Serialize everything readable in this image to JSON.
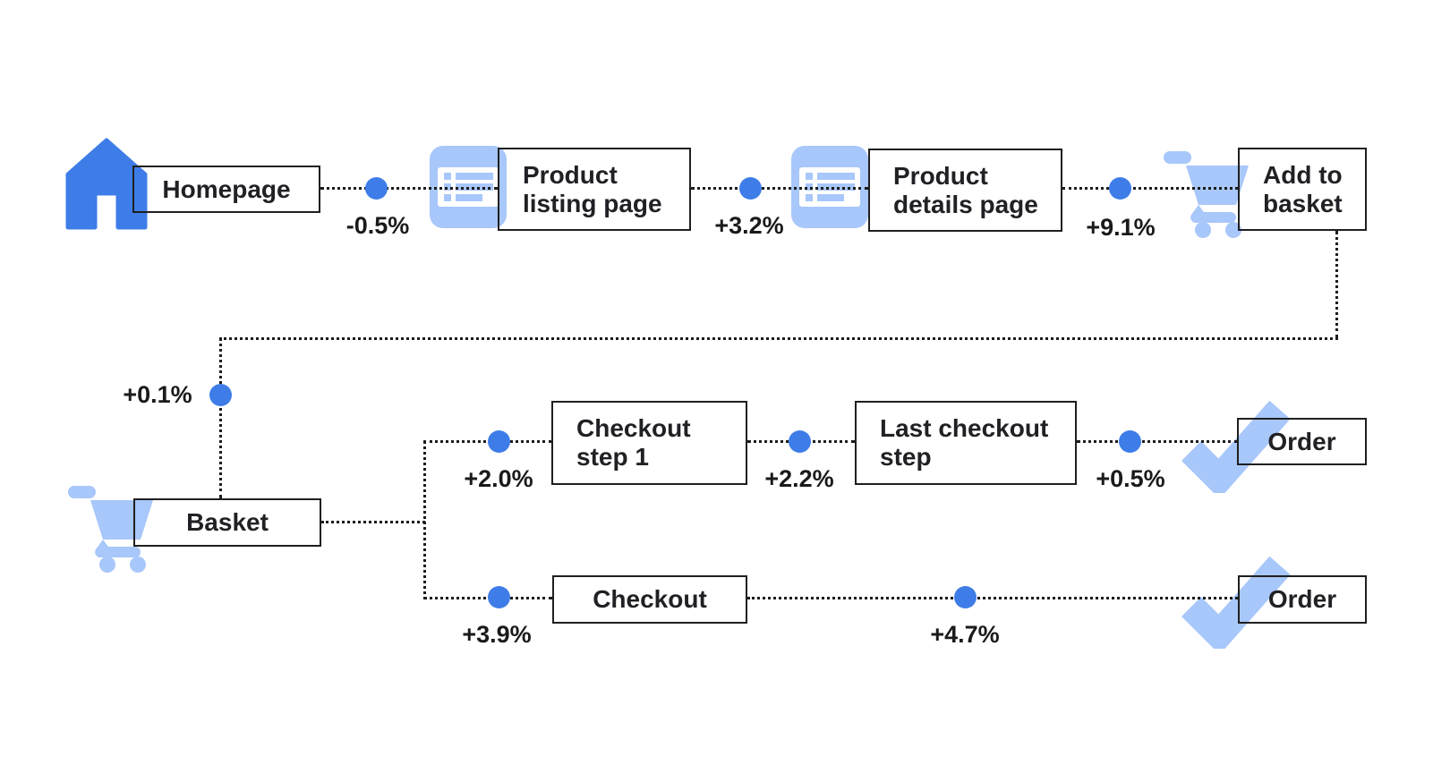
{
  "diagram": {
    "type": "funnel-flow",
    "nodes": [
      {
        "id": "homepage",
        "label": "Homepage",
        "icon": "home-icon"
      },
      {
        "id": "product_listing",
        "label": "Product\nlisting page",
        "icon": "list-icon"
      },
      {
        "id": "product_details",
        "label": "Product\ndetails page",
        "icon": "list-icon"
      },
      {
        "id": "add_to_basket",
        "label": "Add to\nbasket",
        "icon": "cart-icon"
      },
      {
        "id": "basket",
        "label": "Basket",
        "icon": "cart-icon"
      },
      {
        "id": "checkout_step_1",
        "label": "Checkout\nstep 1",
        "icon": null
      },
      {
        "id": "last_checkout_step",
        "label": "Last checkout\nstep",
        "icon": null
      },
      {
        "id": "order_top",
        "label": "Order",
        "icon": "check-icon"
      },
      {
        "id": "checkout",
        "label": "Checkout",
        "icon": null
      },
      {
        "id": "order_bottom",
        "label": "Order",
        "icon": "check-icon"
      }
    ],
    "edges": [
      {
        "from": "homepage",
        "to": "product_listing",
        "delta": "-0.5%"
      },
      {
        "from": "product_listing",
        "to": "product_details",
        "delta": "+3.2%"
      },
      {
        "from": "product_details",
        "to": "add_to_basket",
        "delta": "+9.1%"
      },
      {
        "from": "add_to_basket",
        "to": "basket",
        "delta": "+0.1%"
      },
      {
        "from": "basket",
        "to": "checkout_step_1",
        "delta": "+2.0%"
      },
      {
        "from": "checkout_step_1",
        "to": "last_checkout_step",
        "delta": "+2.2%"
      },
      {
        "from": "last_checkout_step",
        "to": "order_top",
        "delta": "+0.5%"
      },
      {
        "from": "basket",
        "to": "checkout",
        "delta": "+3.9%"
      },
      {
        "from": "checkout",
        "to": "order_bottom",
        "delta": "+4.7%"
      }
    ],
    "colors": {
      "accent_blue": "#3e7de8",
      "light_blue": "#a8c7fa",
      "line_black": "#1c1c1c",
      "text": "#202124"
    }
  }
}
